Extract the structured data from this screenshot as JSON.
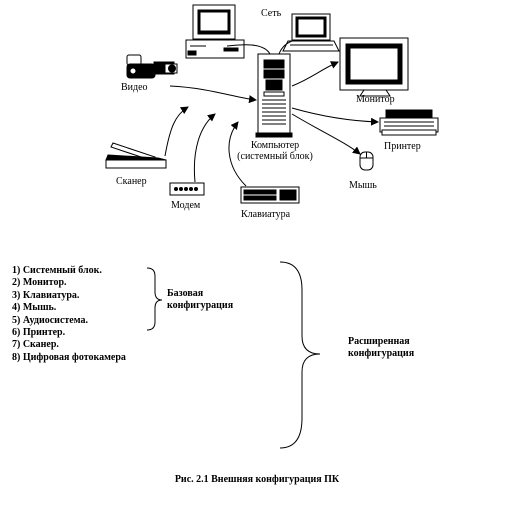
{
  "labels": {
    "network": "Сеть",
    "video": "Видео",
    "monitor": "Монитор",
    "computer_line1": "Компьютер",
    "computer_line2": "(системный блок)",
    "printer": "Принтер",
    "mouse": "Мышь",
    "scanner": "Сканер",
    "modem": "Модем",
    "keyboard": "Клавиатура"
  },
  "config_list": [
    "1) Системный блок.",
    "2) Монитор.",
    "3) Клавиатура.",
    "4) Мышь.",
    "5) Аудиосистема.",
    "6) Принтер.",
    "7) Сканер.",
    "8) Цифровая фотокамера"
  ],
  "groups": {
    "basic_line1": "Базовая",
    "basic_line2": "конфигурация",
    "extended_line1": "Расширенная",
    "extended_line2": "конфигурация"
  },
  "caption": "Рис. 2.1 Внешняя конфигурация ПК"
}
